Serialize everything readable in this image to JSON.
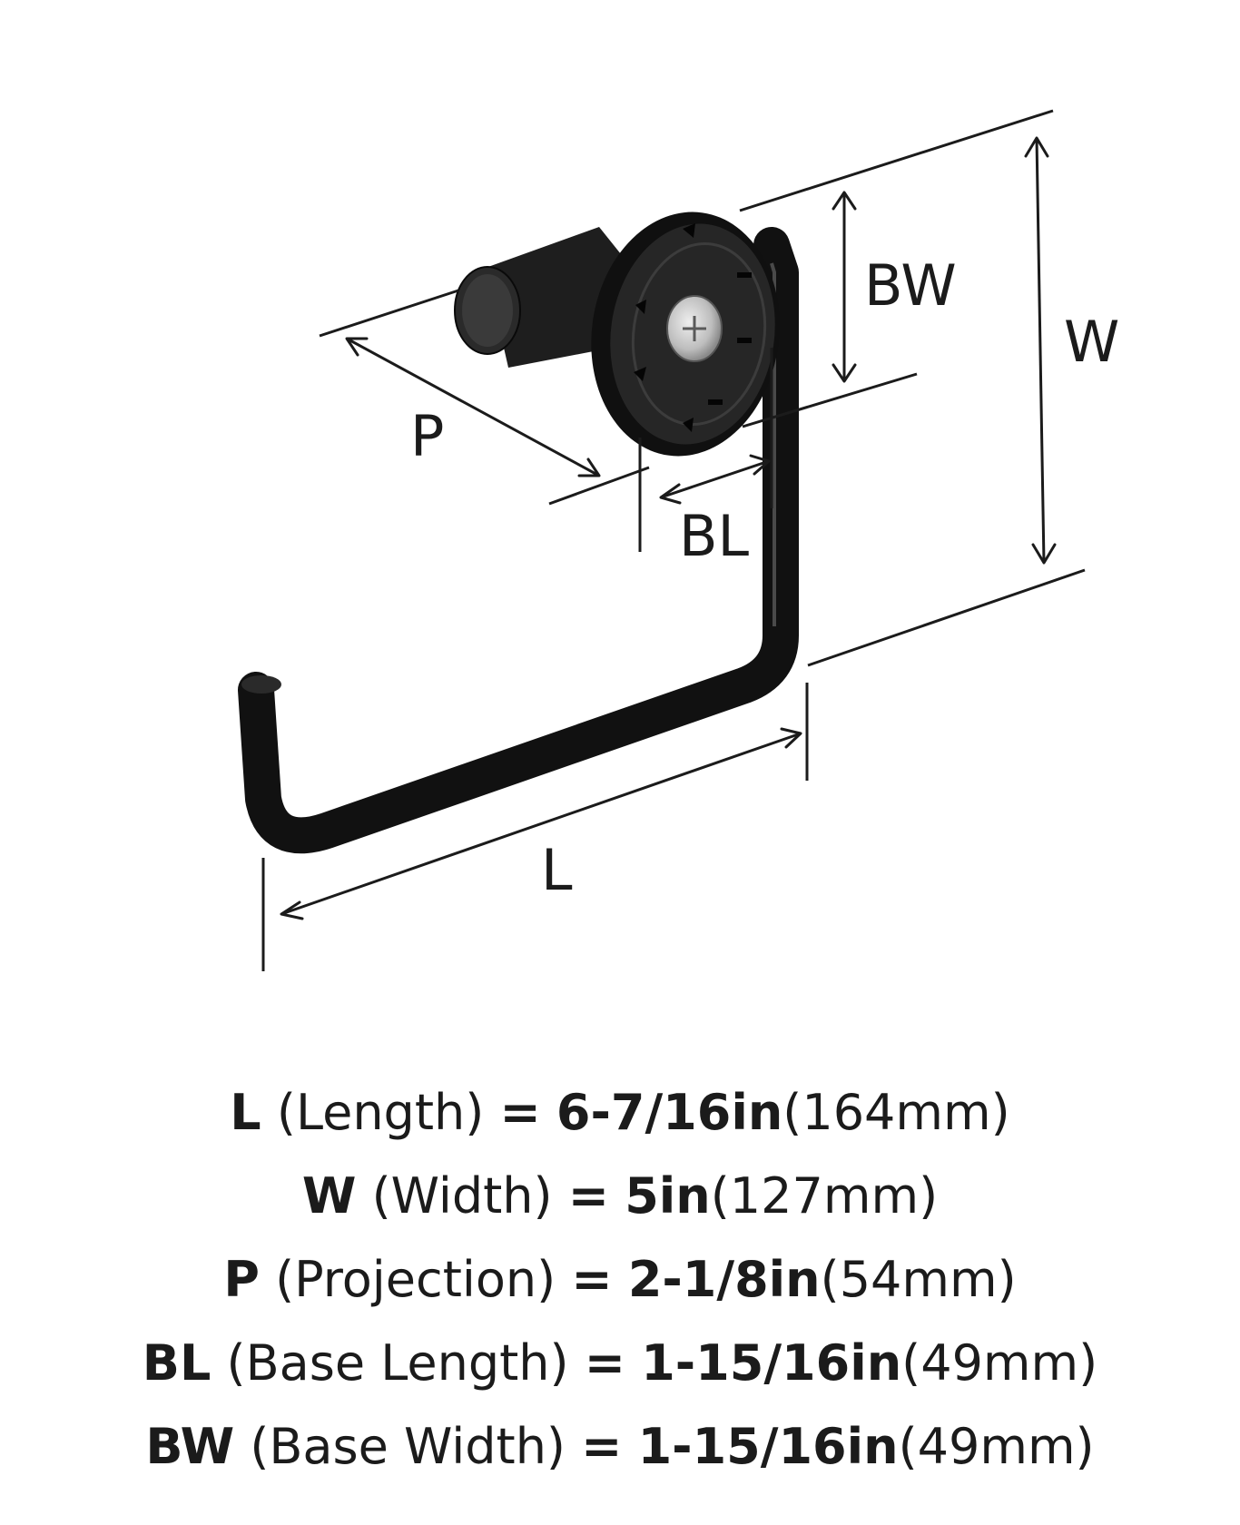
{
  "diagram": {
    "labels": {
      "BW": "BW",
      "W": "W",
      "P": "P",
      "BL": "BL",
      "L": "L"
    }
  },
  "specs": [
    {
      "key": "L",
      "name": "(Length)",
      "eq": "=",
      "val": "6-7/16in",
      "mm": "(164mm)"
    },
    {
      "key": "W",
      "name": "(Width)",
      "eq": "=",
      "val": "5in",
      "mm": "(127mm)"
    },
    {
      "key": "P",
      "name": "(Projection)",
      "eq": "=",
      "val": "2-1/8in",
      "mm": "(54mm)"
    },
    {
      "key": "BL",
      "name": "(Base Length)",
      "eq": "=",
      "val": "1-15/16in",
      "mm": "(49mm)"
    },
    {
      "key": "BW",
      "name": "(Base Width)",
      "eq": "=",
      "val": "1-15/16in",
      "mm": "(49mm)"
    }
  ]
}
